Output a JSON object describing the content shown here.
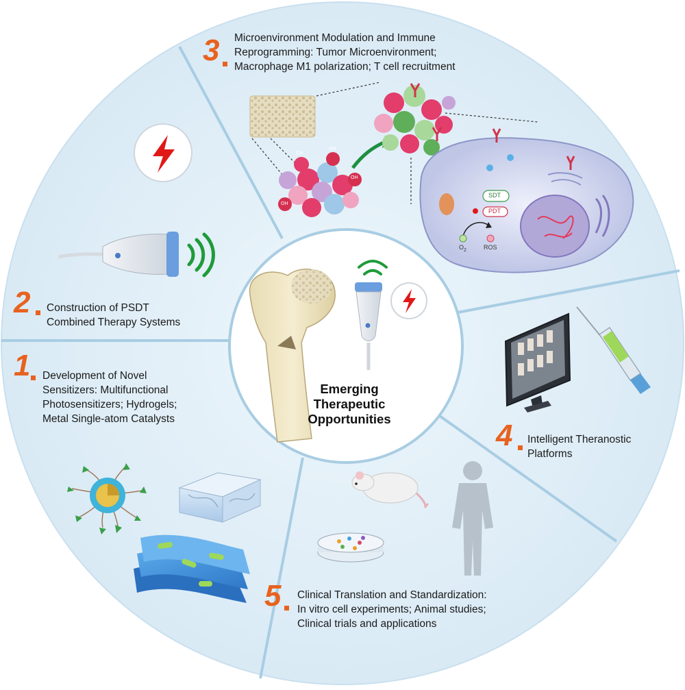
{
  "center": {
    "line1": "Emerging",
    "line2": "Therapeutic",
    "line3": "Opportunities"
  },
  "sections": [
    {
      "number": "1",
      "lines": [
        "Development of Novel",
        "Sensitizers: Multifunctional",
        "Photosensitizers; Hydrogels;",
        "Metal Single-atom Catalysts"
      ]
    },
    {
      "number": "2",
      "lines": [
        "Construction of PSDT",
        "Combined Therapy Systems"
      ]
    },
    {
      "number": "3",
      "lines": [
        "Microenvironment Modulation and Immune",
        "Reprogramming: Tumor Microenvironment;",
        "Macrophage M1 polarization; T cell recruitment"
      ]
    },
    {
      "number": "4",
      "lines": [
        "Intelligent Theranostic",
        "Platforms"
      ]
    },
    {
      "number": "5",
      "lines": [
        "Clinical Translation and Standardization:",
        "In vitro cell experiments; Animal studies;",
        "Clinical trials and applications"
      ]
    }
  ],
  "cell_labels": {
    "sdt": "SDT",
    "pdt": "PDT",
    "o2": "O",
    "o2_sub": "2",
    "ros": "ROS",
    "oh": "OH"
  },
  "colors": {
    "accent": "#e8621f",
    "ring": "#dcecf6",
    "divider": "#9cc6de",
    "wave": "#1f9b3a",
    "lightning": "#e01818"
  }
}
